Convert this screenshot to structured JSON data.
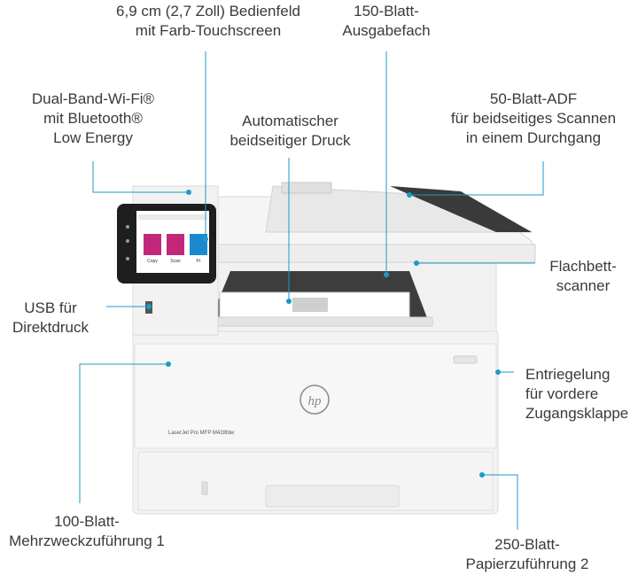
{
  "accent_color": "#1a9bc7",
  "labels": {
    "control_panel": {
      "line1": "6,9 cm (2,7 Zoll) Bedienfeld",
      "line2": "mit Farb-Touchscreen"
    },
    "output_tray": {
      "line1": "150-Blatt-",
      "line2": "Ausgabefach"
    },
    "wifi": {
      "line1": "Dual-Band-Wi-Fi®",
      "line2": "mit Bluetooth®",
      "line3": "Low Energy"
    },
    "duplex": {
      "line1": "Automatischer",
      "line2": "beidseitiger Druck"
    },
    "adf": {
      "line1": "50-Blatt-ADF",
      "line2": "für beidseitiges Scannen",
      "line3": "in einem Durchgang"
    },
    "flatbed": {
      "line1": "Flachbett-",
      "line2": "scanner"
    },
    "usb": {
      "line1": "USB für",
      "line2": "Direktdruck"
    },
    "front_door": {
      "line1": "Entriegelung",
      "line2": "für vordere",
      "line3": "Zugangsklappe"
    },
    "mp_tray": {
      "line1": "100-Blatt-",
      "line2": "Mehrzweckzuführung 1"
    },
    "tray2": {
      "line1": "250-Blatt-",
      "line2": "Papierzuführung 2"
    }
  },
  "printer": {
    "model_text": "LaserJet Pro MFP M428fdw",
    "logo": "hp",
    "screen": {
      "apps": [
        "Copy",
        "Scan",
        "Pr"
      ],
      "app_colors": [
        "#c2287a",
        "#c2287a",
        "#1a8ad0"
      ]
    }
  }
}
